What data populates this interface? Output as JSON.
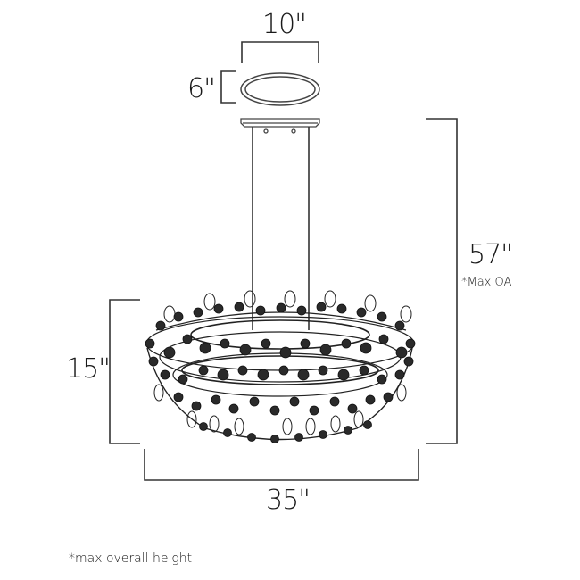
{
  "diagram": {
    "type": "product dimension drawing",
    "subject": "round crystal chandelier with ceiling canopy and two suspension rods",
    "dimensions": {
      "canopy_width": "10\"",
      "canopy_depth": "6\"",
      "fixture_height": "15\"",
      "fixture_width": "35\"",
      "max_overall_height": "57\"",
      "max_oa_note": "*Max OA"
    },
    "footnote": "*max overall height",
    "colors": {
      "line": "#333333",
      "background": "#ffffff"
    }
  }
}
